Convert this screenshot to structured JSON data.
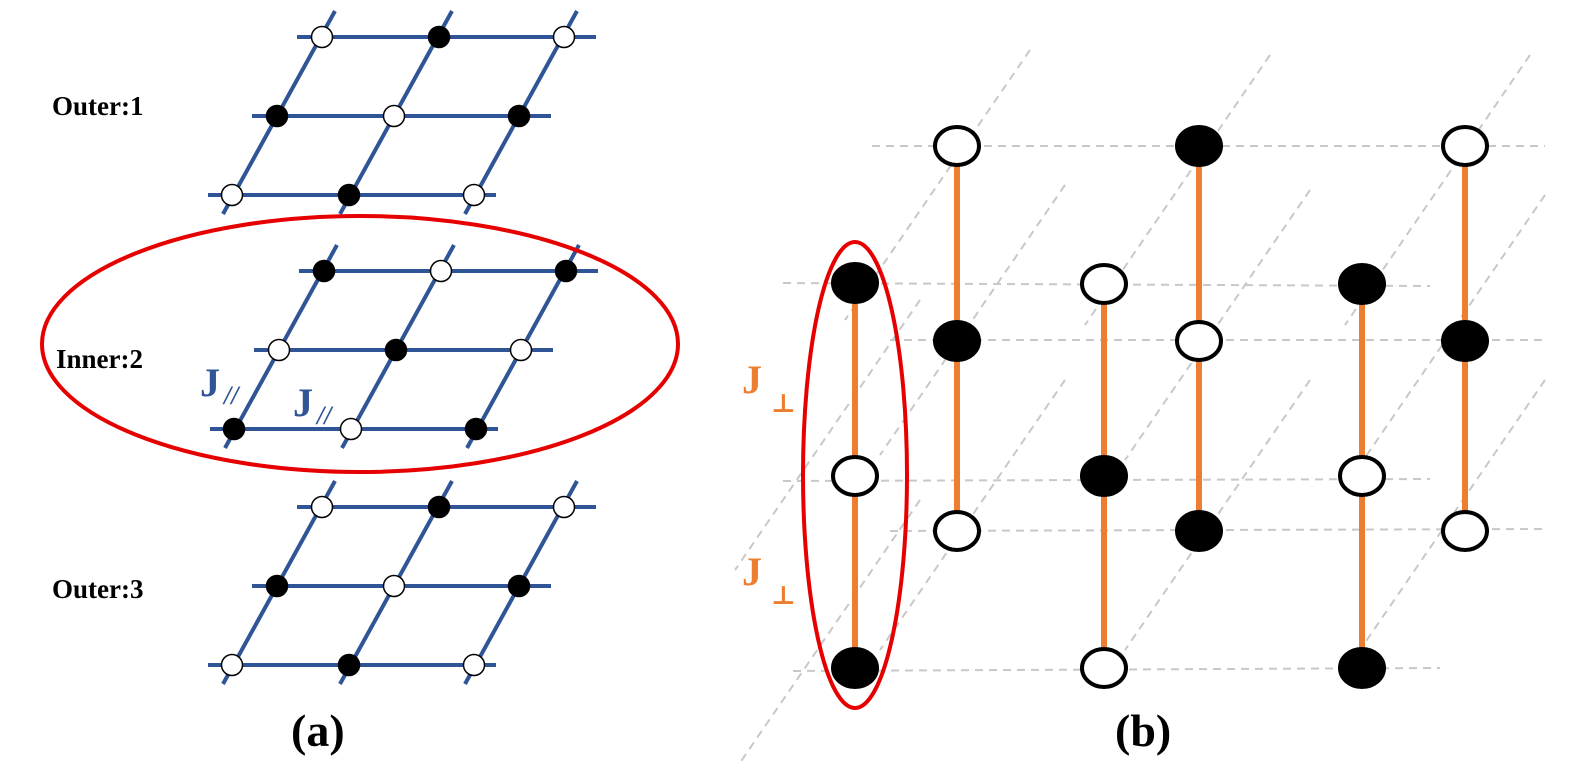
{
  "colors": {
    "lattice": "#2F5597",
    "interlayer": "#ED7D31",
    "highlight": "#E60000",
    "guide": "#C8C8C8",
    "site_stroke": "#000000",
    "site_filled": "#000000",
    "site_empty": "#FFFFFF"
  },
  "panel_a": {
    "caption": "(a)",
    "layers": [
      {
        "label": "Outer:1",
        "rows": [
          [
            "empty",
            "filled",
            "empty"
          ],
          [
            "filled",
            "empty",
            "filled"
          ],
          [
            "empty",
            "filled",
            "empty"
          ]
        ]
      },
      {
        "label": "Inner:2",
        "rows": [
          [
            "filled",
            "empty",
            "filled"
          ],
          [
            "empty",
            "filled",
            "empty"
          ],
          [
            "filled",
            "empty",
            "filled"
          ]
        ]
      },
      {
        "label": "Outer:3",
        "rows": [
          [
            "empty",
            "filled",
            "empty"
          ],
          [
            "filled",
            "empty",
            "filled"
          ],
          [
            "empty",
            "filled",
            "empty"
          ]
        ]
      }
    ],
    "coupling_label": {
      "main": "J",
      "subscript": "//"
    }
  },
  "panel_b": {
    "caption": "(b)",
    "coupling_label": {
      "main": "J",
      "subscript": "⊥"
    },
    "chains": [
      [
        "filled",
        "empty",
        "filled"
      ],
      [
        "empty",
        "filled",
        "empty"
      ],
      [
        "empty",
        "filled",
        "empty"
      ],
      [
        "filled",
        "empty",
        "filled"
      ],
      [
        "filled",
        "empty",
        "filled"
      ],
      [
        "empty",
        "filled",
        "empty"
      ]
    ]
  }
}
